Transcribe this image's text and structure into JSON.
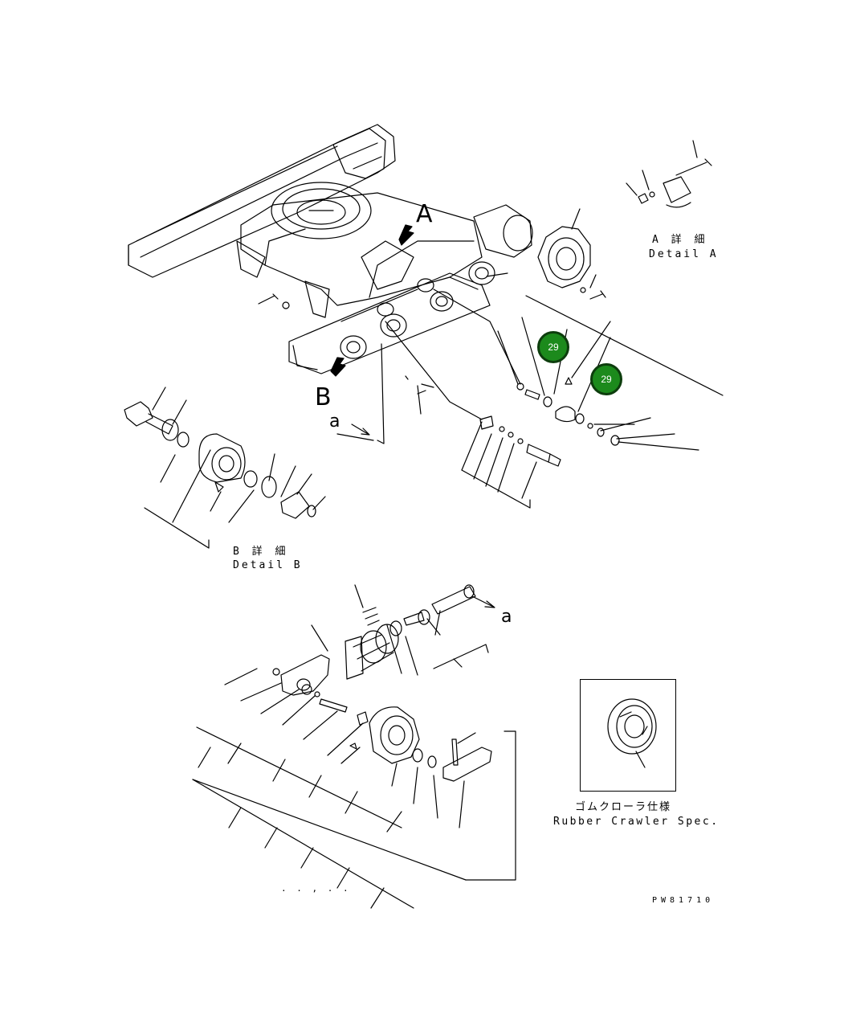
{
  "detail_a": {
    "jp": "A 詳 細",
    "en": "Detail A"
  },
  "detail_b": {
    "jp": "B 詳 細",
    "en": "Detail B"
  },
  "rubber": {
    "jp": "ゴムクローラ仕様",
    "en": "Rubber Crawler Spec."
  },
  "markers": {
    "A": "A",
    "B": "B",
    "a1": "a",
    "a2": "a"
  },
  "callouts": [
    {
      "label": "29",
      "color": "#1c8a1c"
    },
    {
      "label": "29",
      "color": "#1c8a1c"
    }
  ],
  "drawing_code": "PW81710",
  "footer_dots": ". . , . ."
}
